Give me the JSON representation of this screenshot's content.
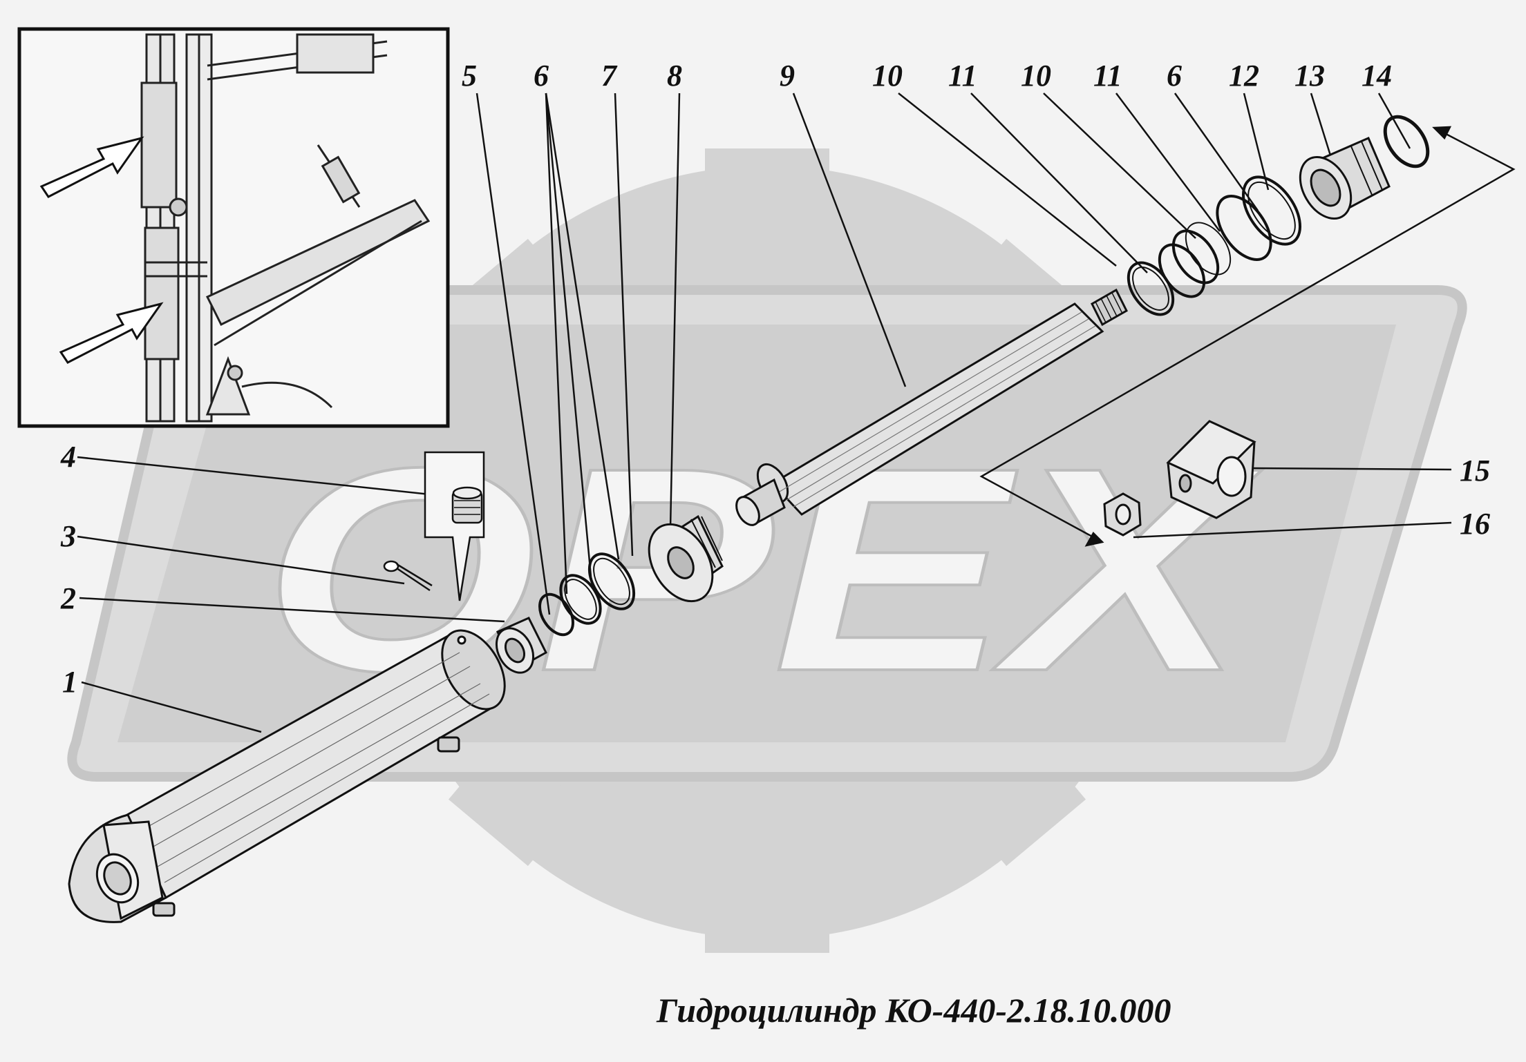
{
  "diagram": {
    "caption": "Гидроцилиндр КО-440-2.18.10.000",
    "watermark": "ОРЕХ",
    "callouts": [
      {
        "id": "c1",
        "label": "1"
      },
      {
        "id": "c2",
        "label": "2"
      },
      {
        "id": "c3",
        "label": "3"
      },
      {
        "id": "c4",
        "label": "4"
      },
      {
        "id": "c5",
        "label": "5"
      },
      {
        "id": "c6a",
        "label": "6"
      },
      {
        "id": "c7",
        "label": "7"
      },
      {
        "id": "c8",
        "label": "8"
      },
      {
        "id": "c9",
        "label": "9"
      },
      {
        "id": "c10a",
        "label": "10"
      },
      {
        "id": "c11a",
        "label": "11"
      },
      {
        "id": "c10b",
        "label": "10"
      },
      {
        "id": "c11b",
        "label": "11"
      },
      {
        "id": "c6b",
        "label": "6"
      },
      {
        "id": "c12",
        "label": "12"
      },
      {
        "id": "c13",
        "label": "13"
      },
      {
        "id": "c14",
        "label": "14"
      },
      {
        "id": "c15",
        "label": "15"
      },
      {
        "id": "c16",
        "label": "16"
      }
    ],
    "colors": {
      "background": "#f3f3f3",
      "watermark": "#d0d0d0",
      "ink": "#111111",
      "part_fill": "#e4e4e4"
    }
  }
}
